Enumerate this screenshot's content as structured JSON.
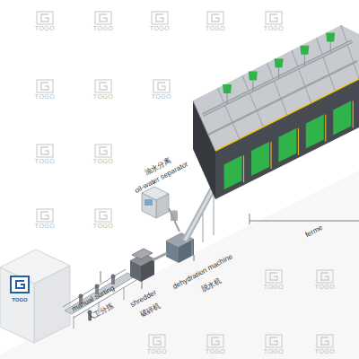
{
  "diagram": {
    "labels": [
      "油水分离",
      "oil-water separator",
      "manual sorting",
      "人工分拣",
      "shredder",
      "破碎机",
      "dehydration machine",
      "脱水机",
      "ferme",
      "TOGO",
      "TOGO",
      "TOGO",
      "TOGO",
      "TOGO",
      "TOGO",
      "TOGO",
      "TOGO",
      "TOGO",
      "TOGO",
      "TOGO",
      "TOGO",
      "TOGO",
      "TOGO",
      "TOGO",
      "TOGO",
      "TOGO",
      "TOGO",
      "TOGO"
    ]
  }
}
